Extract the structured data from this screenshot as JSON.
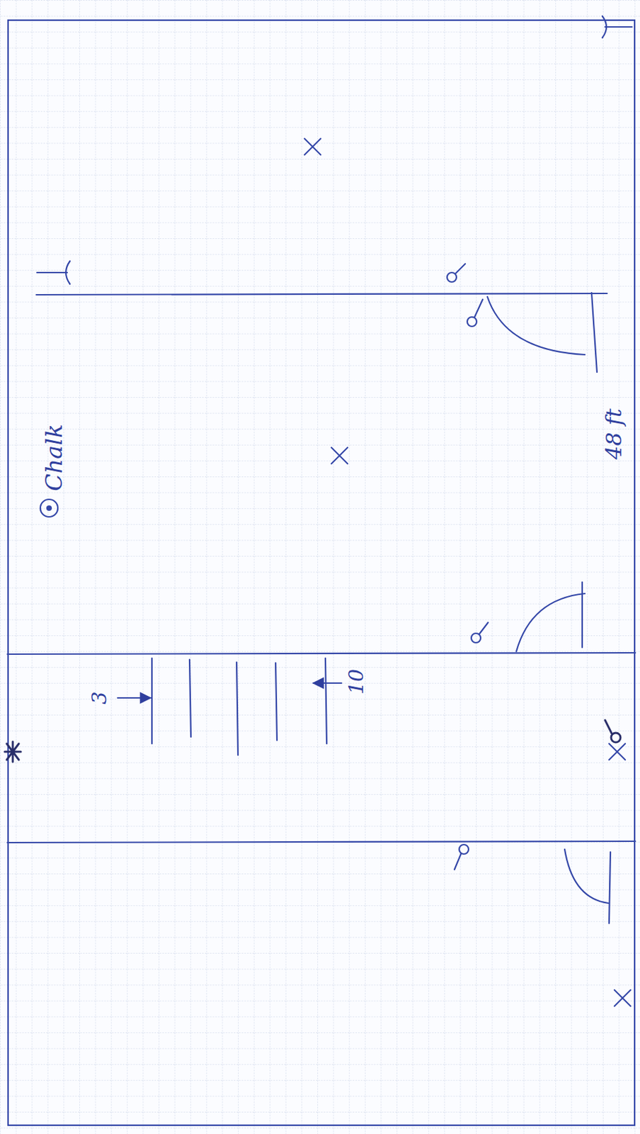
{
  "diagram": {
    "labels": [
      "Chalk",
      "48 ft",
      "3",
      "10"
    ]
  }
}
